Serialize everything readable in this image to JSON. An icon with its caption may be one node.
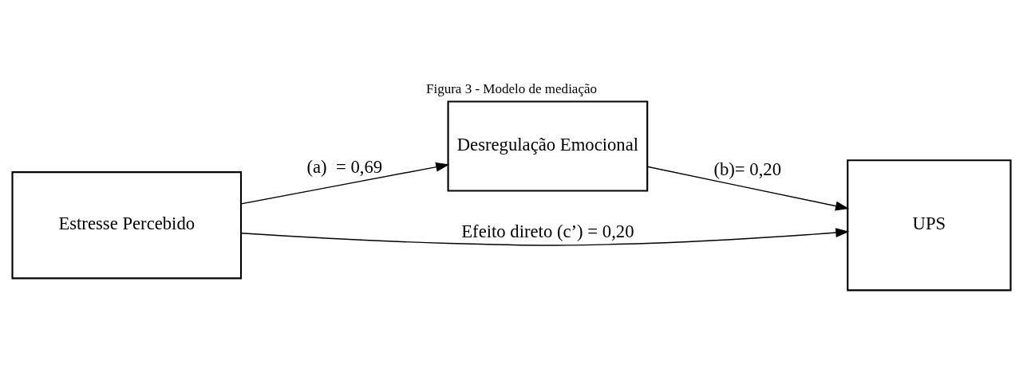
{
  "diagram": {
    "title": "Figura 3 - Modelo de mediação",
    "nodes": [
      {
        "text": [
          "Desregulação Emocional"
        ]
      },
      {
        "text": [
          "Estresse Percebido"
        ]
      },
      {
        "text": [
          "UPS"
        ]
      }
    ],
    "edges": [
      {
        "from": 1,
        "to": 0,
        "arrow": "to",
        "label": "(a)  = 0,69"
      },
      {
        "from": 0,
        "to": 2,
        "arrow": "to",
        "label": "(b)= 0,20"
      },
      {
        "from": 1,
        "to": 2,
        "arrow": "to",
        "label": "Efeito direto (c’) = 0,20"
      }
    ]
  }
}
